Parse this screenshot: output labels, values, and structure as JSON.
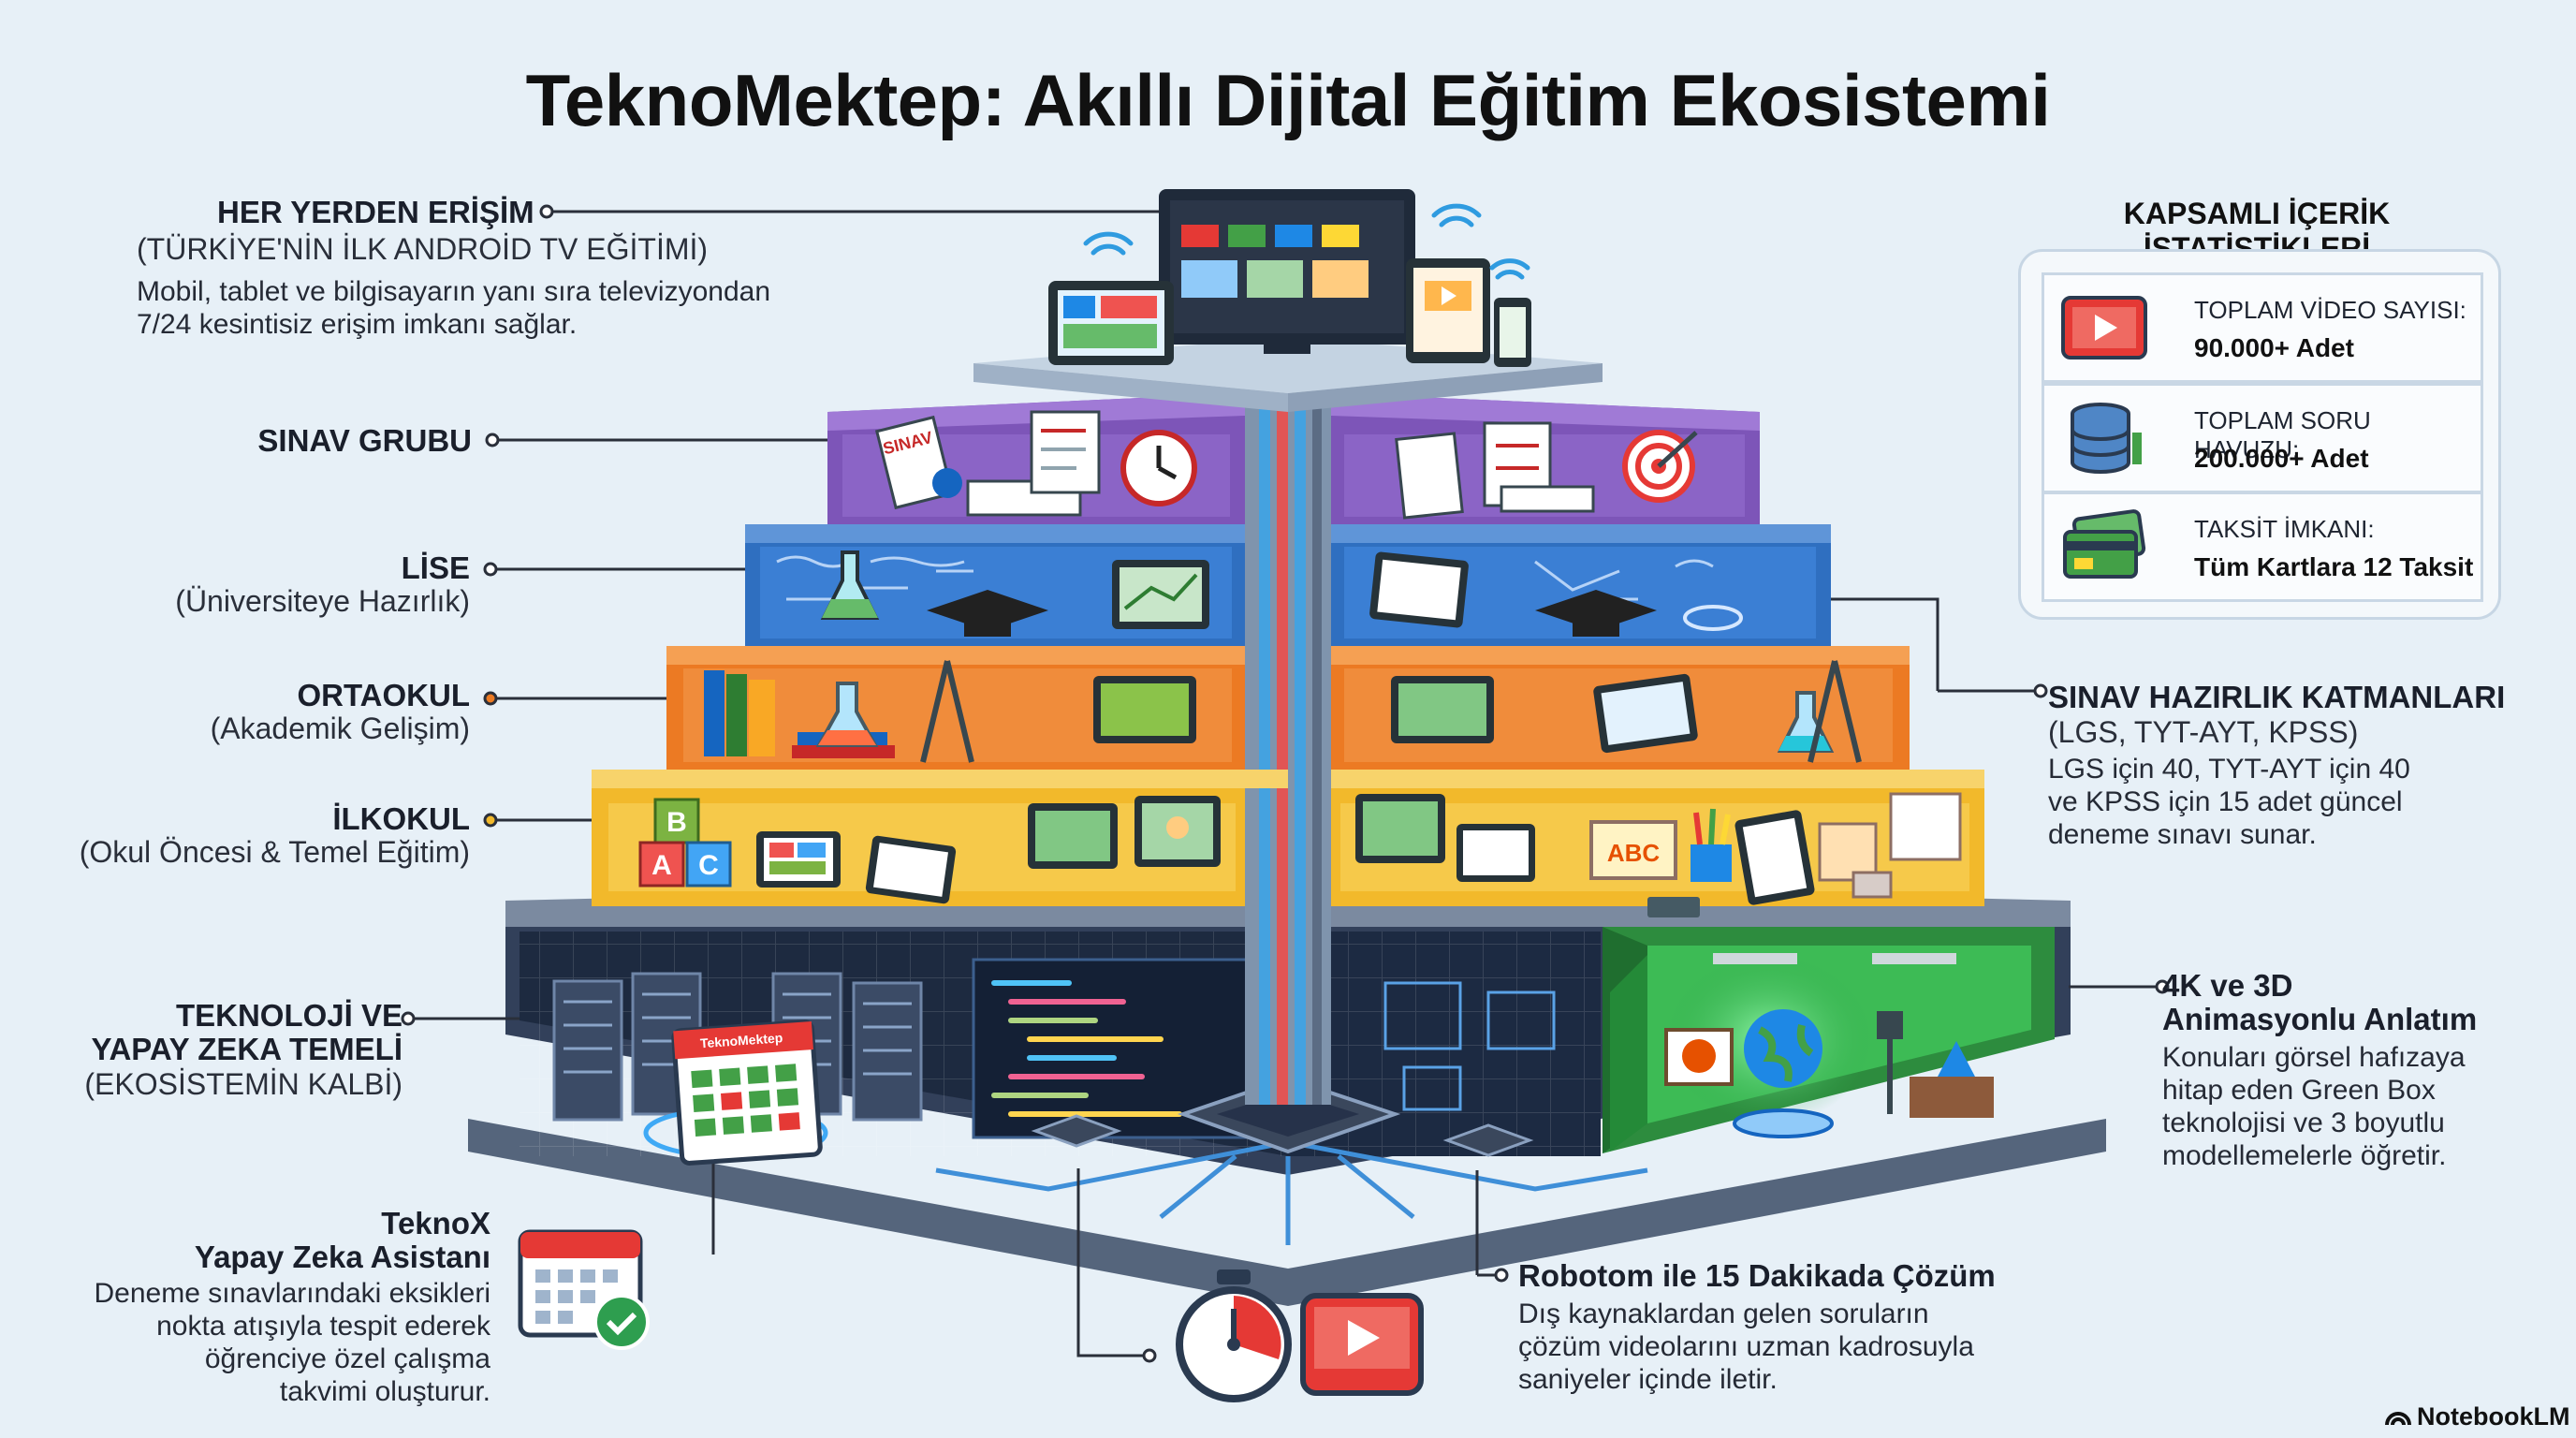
{
  "title": "TeknoMektep: Akıllı Dijital Eğitim Ekosistemi",
  "left": {
    "access": {
      "title": "HER YERDEN ERİŞİM",
      "subtitle": "(TÜRKİYE'NİN İLK ANDROİD TV EĞİTİMİ)",
      "desc1": "Mobil, tablet ve bilgisayarın yanı sıra televizyondan",
      "desc2": "7/24 kesintisiz erişim imkanı sağlar."
    },
    "exam": {
      "title": "SINAV GRUBU"
    },
    "lise": {
      "title": "LİSE",
      "subtitle": "(Üniversiteye Hazırlık)"
    },
    "ortaokul": {
      "title": "ORTAOKUL",
      "subtitle": "(Akademik Gelişim)"
    },
    "ilkokul": {
      "title": "İLKOKUL",
      "subtitle": "(Okul Öncesi & Temel Eğitim)"
    },
    "tech": {
      "title1": "TEKNOLOJİ VE",
      "title2": "YAPAY ZEKA TEMELİ",
      "subtitle": "(EKOSİSTEMİN KALBİ)"
    },
    "ai": {
      "title1": "TeknoX",
      "title2": "Yapay Zeka Asistanı",
      "desc1": "Deneme sınavlarındaki eksikleri",
      "desc2": "nokta atışıyla tespit ederek",
      "desc3": "öğrenciye özel çalışma",
      "desc4": "takvimi oluşturur."
    }
  },
  "stats": {
    "heading": "KAPSAMLI İÇERİK İSTATİSTİKLERİ",
    "rows": [
      {
        "label": "TOPLAM VİDEO SAYISI:",
        "value": "90.000+ Adet",
        "icon": "video-icon"
      },
      {
        "label": "TOPLAM SORU HAVUZU:",
        "value": "200.000+ Adet",
        "icon": "database-icon"
      },
      {
        "label": "TAKSİT İMKANI:",
        "value": "Tüm Kartlara 12 Taksit",
        "icon": "credit-card-icon"
      }
    ]
  },
  "right": {
    "layers": {
      "title": "SINAV HAZIRLIK KATMANLARI",
      "subtitle": "(LGS, TYT-AYT, KPSS)",
      "desc1": "LGS için 40, TYT-AYT için 40",
      "desc2": "ve KPSS için 15 adet güncel",
      "desc3": "deneme sınavı sunar."
    },
    "anim": {
      "title1": "4K ve 3D",
      "title2": "Animasyonlu Anlatım",
      "desc1": "Konuları görsel hafızaya",
      "desc2": "hitap eden Green Box",
      "desc3": "teknolojisi ve 3 boyutlu",
      "desc4": "modellemelerle öğretir."
    }
  },
  "robot": {
    "title": "Robotom ile 15 Dakikada Çözüm",
    "desc1": "Dış kaynaklardan gelen soruların",
    "desc2": "çözüm videolarını uzman kadrosuyla",
    "desc3": "saniyeler içinde iletir."
  },
  "screens": {
    "calendar_label": "TeknoMektep",
    "exam_label": "SINAV",
    "abc_label": "ABC"
  },
  "brand": "NotebookLM",
  "colors": {
    "purple": "#7d55b8",
    "blue": "#2f6fc0",
    "orange": "#ec7a23",
    "yellow": "#f2b92b",
    "base": "#1e2b40",
    "green": "#34a853",
    "red": "#e53935"
  }
}
